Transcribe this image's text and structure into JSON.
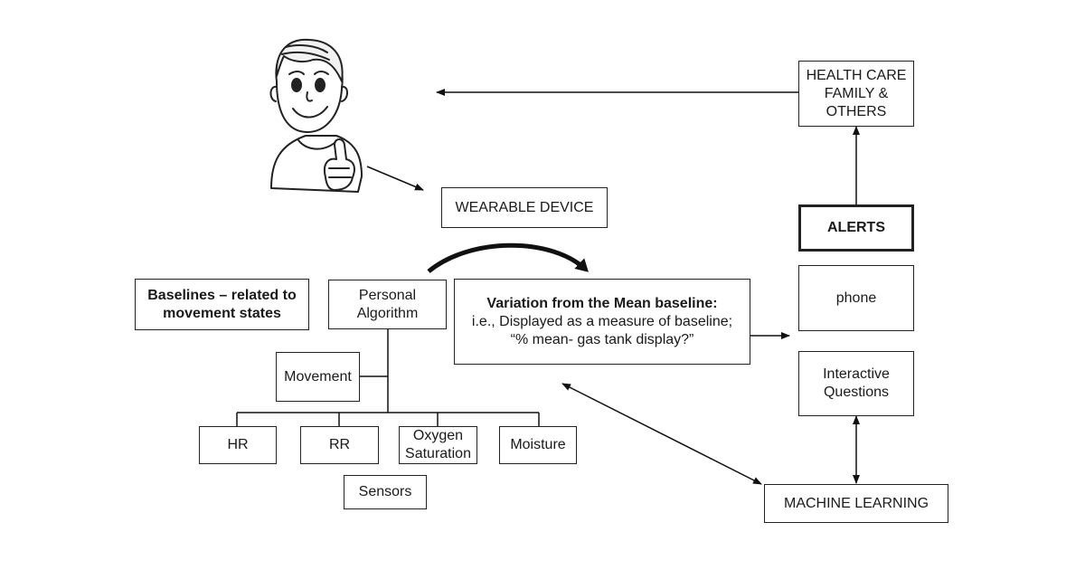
{
  "nodes": {
    "health_care": {
      "line1": "HEALTH CARE",
      "line2": "FAMILY &",
      "line3": "OTHERS"
    },
    "wearable": "WEARABLE DEVICE",
    "alerts": "ALERTS",
    "phone": "phone",
    "interactive": {
      "line1": "Interactive",
      "line2": "Questions"
    },
    "machine_learning": "MACHINE LEARNING",
    "baselines": {
      "line1": "Baselines – related to",
      "line2": "movement states"
    },
    "personal_algorithm": {
      "line1": "Personal",
      "line2": "Algorithm"
    },
    "variation": {
      "line1": "Variation from the Mean baseline:",
      "line2": "i.e., Displayed as a measure of baseline;",
      "line3": "“% mean- gas tank display?”"
    },
    "movement": "Movement",
    "hr": "HR",
    "rr": "RR",
    "oxygen": {
      "line1": "Oxygen",
      "line2": "Saturation"
    },
    "moisture": "Moisture",
    "sensors": "Sensors"
  },
  "icons": {
    "person": "smiling-person-thumbs-up-icon"
  }
}
